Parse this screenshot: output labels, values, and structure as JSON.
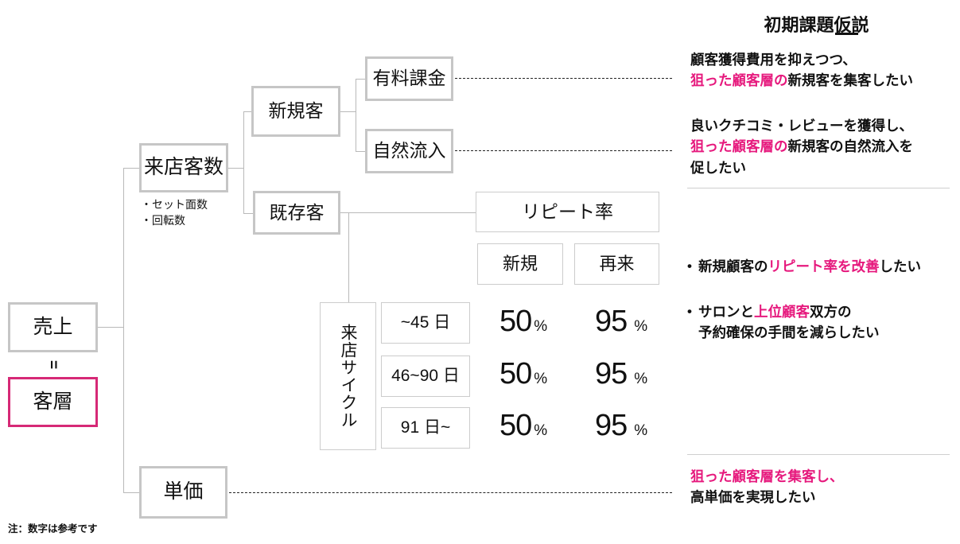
{
  "footnote": "注：数字は参考です",
  "tree": {
    "sales": {
      "label": "売上"
    },
    "segment": {
      "label": "客層"
    },
    "equals": "=",
    "visitors": {
      "label": "来店客数",
      "sub": "・セット面数\n・回転数"
    },
    "unit_price": {
      "label": "単価"
    },
    "new_customers": {
      "label": "新規客"
    },
    "existing_customers": {
      "label": "既存客"
    },
    "paid_acquisition": {
      "label": "有料課金"
    },
    "organic_inflow": {
      "label": "自然流入"
    }
  },
  "table": {
    "title": "リピート率",
    "columns": [
      "新規",
      "再来"
    ],
    "row_group_label": "来店サイクル",
    "rows": [
      {
        "range": "~45 日",
        "new": "50",
        "returning": "95"
      },
      {
        "range": "46~90 日",
        "new": "50",
        "returning": "95"
      },
      {
        "range": "91 日~",
        "new": "50",
        "returning": "95"
      }
    ],
    "unit_symbol": "%"
  },
  "panel": {
    "title": "初期課題仮説",
    "accent_color": "#e6197d",
    "items": [
      {
        "bullet": false,
        "lines": [
          [
            {
              "t": "顧客獲得費用を抑えつつ、",
              "hl": false
            }
          ],
          [
            {
              "t": "狙った顧客層の",
              "hl": true
            },
            {
              "t": "新規客を集客したい",
              "hl": false
            }
          ]
        ]
      },
      {
        "bullet": false,
        "lines": [
          [
            {
              "t": "良いクチコミ・レビューを獲得し、",
              "hl": false
            }
          ],
          [
            {
              "t": "狙った顧客層の",
              "hl": true
            },
            {
              "t": "新規客の自然流入を",
              "hl": false
            }
          ],
          [
            {
              "t": "促したい",
              "hl": false
            }
          ]
        ]
      },
      {
        "bullet": true,
        "lines": [
          [
            {
              "t": "新規顧客の",
              "hl": false
            },
            {
              "t": "リピート率を改善",
              "hl": true
            },
            {
              "t": "したい",
              "hl": false
            }
          ]
        ]
      },
      {
        "bullet": true,
        "lines": [
          [
            {
              "t": "サロンと",
              "hl": false
            },
            {
              "t": "上位顧客",
              "hl": true
            },
            {
              "t": "双方の",
              "hl": false
            }
          ],
          [
            {
              "t": "予約確保の手間を減らしたい",
              "hl": false
            }
          ]
        ]
      },
      {
        "bullet": false,
        "lines": [
          [
            {
              "t": "狙った顧客層を集客し、",
              "hl": true
            }
          ],
          [
            {
              "t": "高単価を実現したい",
              "hl": false
            }
          ]
        ]
      }
    ]
  }
}
